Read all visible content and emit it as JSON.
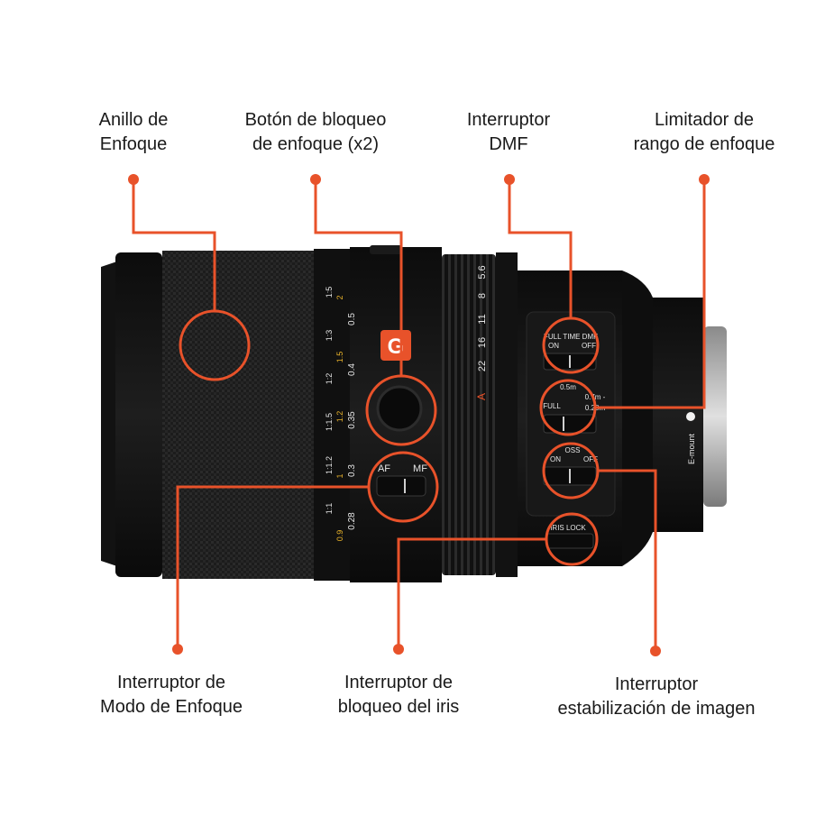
{
  "colors": {
    "accent": "#e8522a",
    "lens_body": "#141414",
    "text": "#1a1a1a"
  },
  "callouts": {
    "focus_ring": {
      "line1": "Anillo de",
      "line2": "Enfoque"
    },
    "focus_hold": {
      "line1": "Botón de bloqueo",
      "line2": "de enfoque (x2)"
    },
    "dmf_switch": {
      "line1": "Interruptor",
      "line2": "DMF"
    },
    "range_limiter": {
      "line1": "Limitador de",
      "line2": "rango de enfoque"
    },
    "focus_mode": {
      "line1": "Interruptor de",
      "line2": "Modo de Enfoque"
    },
    "iris_lock": {
      "line1": "Interruptor de",
      "line2": "bloqueo del iris"
    },
    "stabilization": {
      "line1": "Interruptor",
      "line2": "estabilización de imagen"
    }
  },
  "lens_markings": {
    "g_badge": "G",
    "af_mf_switch": {
      "af": "AF",
      "mf": "MF"
    },
    "dmf_switch": {
      "title": "FULL TIME DMF",
      "on": "ON",
      "off": "OFF"
    },
    "range_switch": {
      "top": "0.5m",
      "full": "FULL",
      "near": "0.7m -",
      "far": "0.28m"
    },
    "oss_switch": {
      "title": "OSS",
      "on": "ON",
      "off": "OFF"
    },
    "iris_lock": "IRIS LOCK",
    "mount": "E-mount",
    "aperture_scale": [
      "5.6",
      "8",
      "11",
      "16",
      "22",
      "A"
    ],
    "distance_scale": [
      "0.5",
      "0.4",
      "0.35",
      "0.3",
      "0.28"
    ],
    "ratio_scale": [
      "1:5",
      "1:3",
      "1:2",
      "1:1.5",
      "1:1.2",
      "1:1"
    ],
    "ratio_values": [
      "2",
      "1.5",
      "1.2",
      "1",
      "0.9"
    ]
  }
}
